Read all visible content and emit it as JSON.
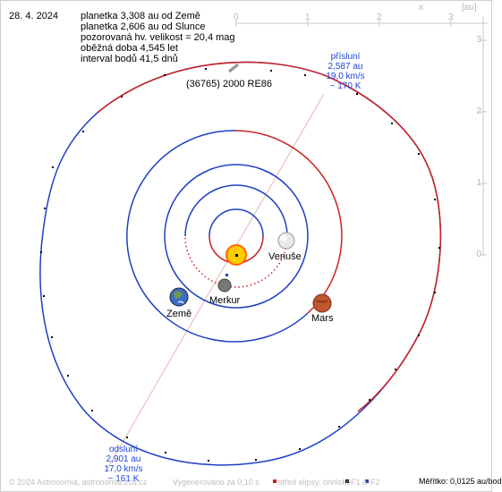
{
  "header": {
    "date": "28. 4. 2024",
    "lines": [
      "planetka 3,308 au od Země",
      "planetka 2,606 au od Slunce",
      "pozorovaná hv. velikost = 20,4 mag",
      "oběžná doba 4,545 let",
      "interval bodů 41,5 dnů"
    ]
  },
  "axes": {
    "x_label": "x",
    "unit": "[au]",
    "top_ticks": [
      "0",
      "1",
      "2",
      "3"
    ],
    "right_ticks": [
      "3",
      "2",
      "1",
      "0"
    ]
  },
  "bodies": {
    "asteroid": "(36765) 2000 RE86",
    "venus": "Venuše",
    "mercury": "Merkur",
    "earth": "Země",
    "mars": "Mars"
  },
  "perihelion": {
    "title": "přísluní",
    "distance": "2,587 au",
    "speed": "19,0 km/s",
    "temp": "~ 170 K"
  },
  "aphelion": {
    "title": "odsluní",
    "distance": "2,901 au",
    "speed": "17,0 km/s",
    "temp": "~ 161 K"
  },
  "footer": {
    "copyright": "© 2024 Astronomia, astronomia.zcu.cz",
    "sampling": "Vygenerováno za 0,10 s",
    "legend_center": "střed elipsy, ohnisko",
    "legend_f1": "F1 a",
    "legend_f2": "F2",
    "scale": "Měřítko: 0,0125 au/bod"
  },
  "colors": {
    "orbit_outer": "#cc1f1f",
    "orbit_blue": "#1f3fc4",
    "line_axis": "#e8b8a8",
    "text_blue": "#1e44d8"
  }
}
